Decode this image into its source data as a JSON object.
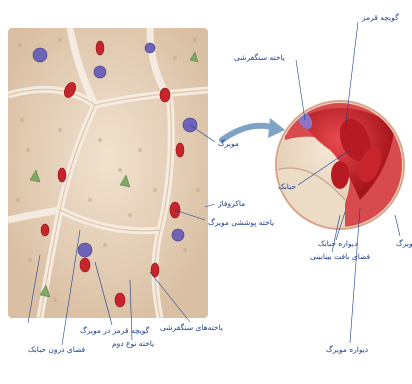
{
  "labels": {
    "rbc": "گویچه قرمز",
    "type1_cell": "یاخته سنگفرشی",
    "capillary_top": "مویرگ",
    "alveolus": "حبابک",
    "macrophage": "ماکروفاژ",
    "endothelium": "یاخته پوششی مویرگ",
    "alveolar_wall": "دیواره حبابک",
    "interstitial": "فضای بافت‌ بینابینی",
    "capillary_right": "مویرگ",
    "capillary_wall": "دیواره مویرگ",
    "rbc_in_capillary": "گویچه قرمز در مویرگ",
    "type2_cell": "یاخته‌های سنگفرشی",
    "inside_alveolus": "فضای درون حبابک",
    "type2_cell_b": "یاخته نوع دوم"
  },
  "colors": {
    "label_blue": "#1c3f8f",
    "tissue": "#e7d3bd",
    "rbc_red": "#c8242b",
    "macrophage_purple": "#6f63b8",
    "type2_green": "#7fa866",
    "arrow_blue": "#7fa3c6"
  }
}
